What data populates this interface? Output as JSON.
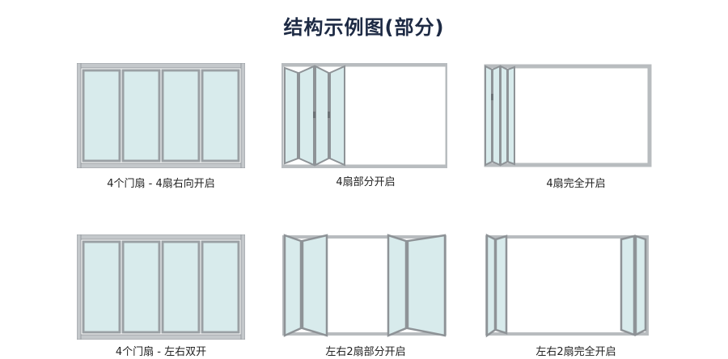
{
  "title": "结构示例图(部分)",
  "items": [
    {
      "caption": "4个门扇 - 4扇右向开启",
      "state": "closed"
    },
    {
      "caption": "4扇部分开启",
      "state": "partial-left"
    },
    {
      "caption": "4扇完全开启",
      "state": "fully-folded-left"
    },
    {
      "caption": "4个门扇 - 左右双开",
      "state": "closed"
    },
    {
      "caption": "左右2扇部分开启",
      "state": "partial-both"
    },
    {
      "caption": "左右2扇完全开启",
      "state": "fully-folded-both"
    }
  ],
  "colors": {
    "frame": "#c4c8cb",
    "frame_dark": "#8e9397",
    "glass": "#d8ebec",
    "title": "#1d2a44"
  }
}
